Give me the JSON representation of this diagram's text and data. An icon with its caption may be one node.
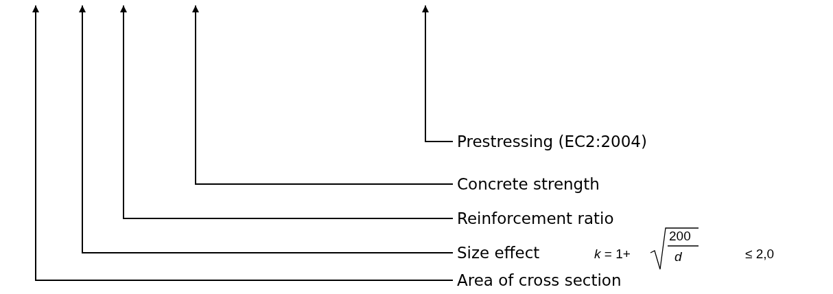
{
  "diagram": {
    "nodes": [
      {
        "text": [
          "Prestressing (EC2:2004)"
        ]
      },
      {
        "text": [
          "Concrete strength"
        ]
      },
      {
        "text": [
          "Reinforcement ratio"
        ]
      },
      {
        "text": [
          "Size effect"
        ]
      },
      {
        "text": [
          "Area of cross section"
        ]
      }
    ],
    "edges": [
      {
        "from": 0,
        "to": null,
        "arrow": "to"
      },
      {
        "from": 1,
        "to": null,
        "arrow": "to"
      },
      {
        "from": 2,
        "to": null,
        "arrow": "to"
      },
      {
        "from": 3,
        "to": null,
        "arrow": "to"
      },
      {
        "from": 4,
        "to": null,
        "arrow": "to"
      }
    ],
    "labels": [
      "*k* = 1+",
      "200",
      "d",
      "≤ 2,0"
    ]
  }
}
